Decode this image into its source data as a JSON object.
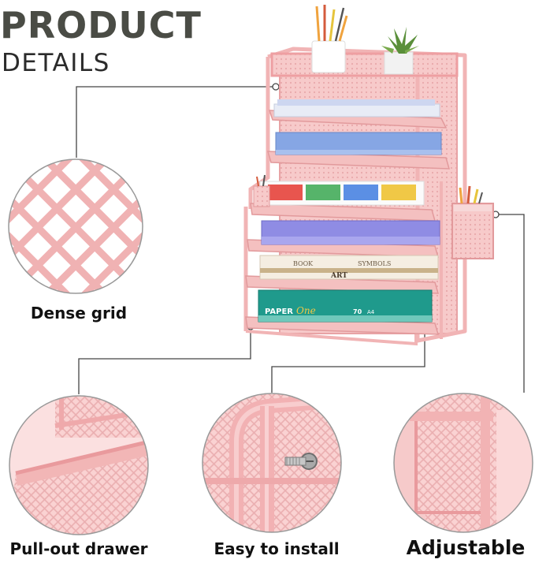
{
  "heading": {
    "line1": "PRODUCT",
    "line2": "DETAILS"
  },
  "colors": {
    "title_primary": "#4a4c45",
    "title_secondary": "#2b2b2b",
    "frame_pink": "#f2b9b9",
    "frame_pink_dark": "#e59a9c",
    "callout_line": "#444444",
    "magnifier_border": "#999999"
  },
  "features": [
    {
      "caption": "Dense grid"
    },
    {
      "caption": "Pull-out drawer"
    },
    {
      "caption": "Easy to install"
    },
    {
      "caption": "Adjustable"
    }
  ],
  "product_text": {
    "book_spine_1": "BOOK",
    "book_spine_2": "SYMBOLS",
    "book_spine_3": "ART",
    "paper_brand_1": "PAPER",
    "paper_brand_2": "One",
    "paper_weight": "70",
    "paper_size": "A4"
  }
}
